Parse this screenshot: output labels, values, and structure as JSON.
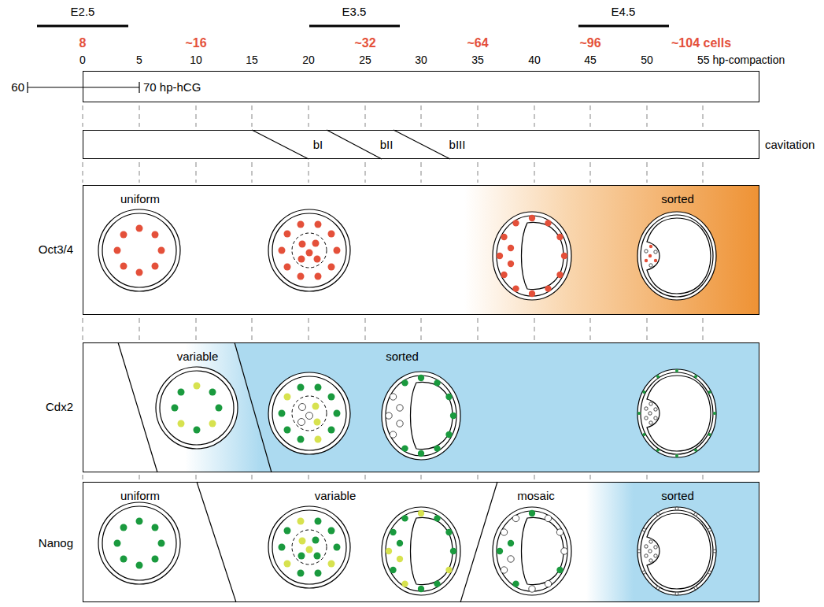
{
  "diagram": {
    "nodes": [
      {
        "text": [
          "70 hp-hCG"
        ]
      },
      {
        "text": [
          "bI",
          "bII",
          "bIII",
          "cavitation"
        ]
      },
      {
        "text": [
          "Oct3/4",
          "uniform",
          "sorted"
        ]
      },
      {
        "text": [
          "Cdx2",
          "variable",
          "sorted"
        ]
      },
      {
        "text": [
          "Nanog",
          "uniform",
          "variable",
          "mosaic",
          "sorted"
        ]
      }
    ],
    "labels": [
      "E2.5",
      "E3.5",
      "E4.5",
      "8",
      "~16",
      "~32",
      "~64",
      "~96",
      "~104 cells",
      "0",
      "5",
      "10",
      "15",
      "20",
      "25",
      "30",
      "35",
      "40",
      "45",
      "50",
      "55 hp-compaction",
      "60"
    ]
  }
}
